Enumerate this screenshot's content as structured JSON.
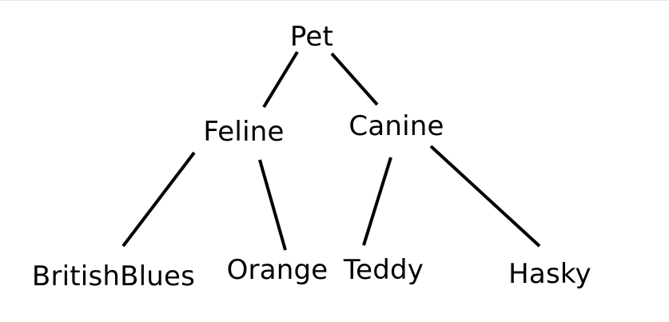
{
  "diagram": {
    "type": "tree",
    "root": "pet",
    "nodes": [
      {
        "id": "pet",
        "label": "Pet"
      },
      {
        "id": "feline",
        "label": "Feline",
        "parent": "pet"
      },
      {
        "id": "canine",
        "label": "Canine",
        "parent": "pet"
      },
      {
        "id": "britishblues",
        "label": "BritishBlues",
        "parent": "feline"
      },
      {
        "id": "orange",
        "label": "Orange",
        "parent": "feline"
      },
      {
        "id": "teddy",
        "label": "Teddy",
        "parent": "canine"
      },
      {
        "id": "hasky",
        "label": "Hasky",
        "parent": "canine"
      }
    ],
    "edges": [
      {
        "from": "pet",
        "to": "feline"
      },
      {
        "from": "pet",
        "to": "canine"
      },
      {
        "from": "feline",
        "to": "britishblues"
      },
      {
        "from": "feline",
        "to": "orange"
      },
      {
        "from": "canine",
        "to": "teddy"
      },
      {
        "from": "canine",
        "to": "hasky"
      }
    ]
  }
}
